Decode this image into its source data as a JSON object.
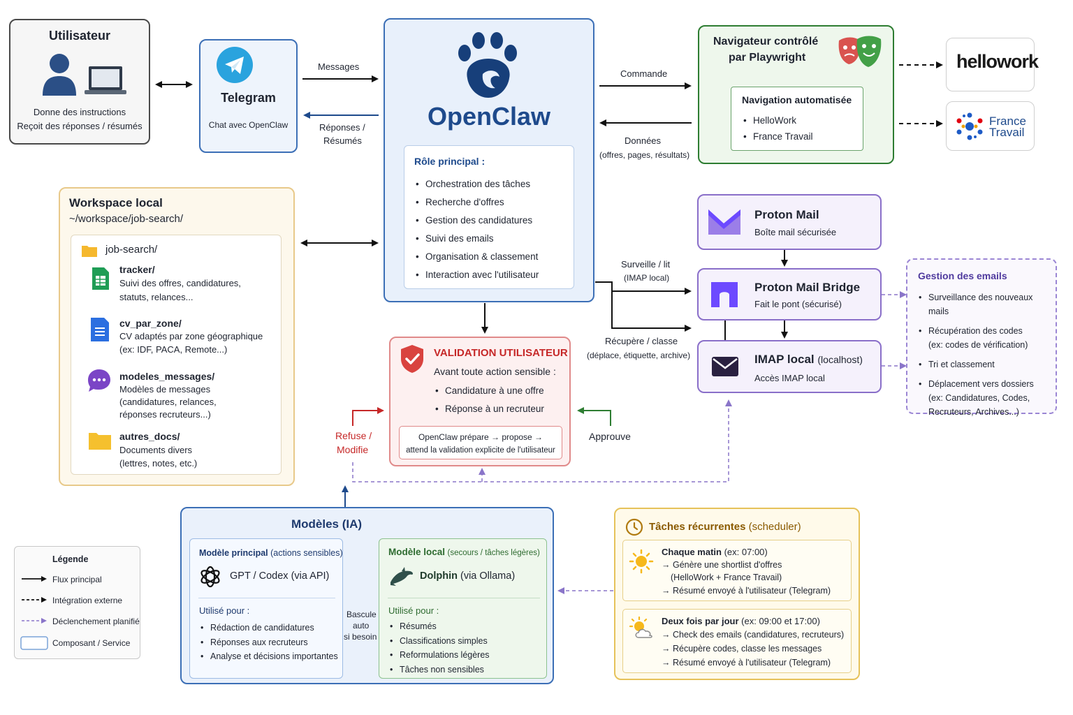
{
  "user": {
    "title": "Utilisateur",
    "line1": "Donne des instructions",
    "line2": "Reçoit des réponses / résumés"
  },
  "telegram": {
    "title": "Telegram",
    "subtitle": "Chat avec OpenClaw"
  },
  "arrows": {
    "messages": "Messages",
    "reponses1": "Réponses /",
    "reponses2": "Résumés",
    "commande": "Commande",
    "donnees1": "Données",
    "donnees2": "(offres, pages, résultats)",
    "surveille1": "Surveille / lit",
    "surveille2": "(IMAP local)",
    "recupere1": "Récupère / classe",
    "recupere2": "(déplace, étiquette, archive)",
    "refuse1": "Refuse /",
    "refuse2": "Modifie",
    "approuve": "Approuve",
    "bascule1": "Bascule",
    "bascule2": "auto",
    "bascule3": "si besoin"
  },
  "openclaw": {
    "title": "OpenClaw",
    "role_title": "Rôle principal :",
    "roles": [
      "Orchestration des tâches",
      "Recherche d'offres",
      "Gestion des candidatures",
      "Suivi des emails",
      "Organisation & classement",
      "Interaction avec l'utilisateur"
    ]
  },
  "browser": {
    "title1": "Navigateur contrôlé",
    "title2": "par Playwright",
    "nav_title": "Navigation automatisée",
    "nav_items": [
      "HelloWork",
      "France Travail"
    ]
  },
  "logos": {
    "hellowork": "hellowork",
    "france1": "France",
    "france2": "Travail"
  },
  "workspace": {
    "title": "Workspace local",
    "path": "~/workspace/job-search/",
    "root": "job-search/",
    "items": [
      {
        "name": "tracker/",
        "lines": [
          "Suivi des offres, candidatures,",
          "statuts, relances..."
        ]
      },
      {
        "name": "cv_par_zone/",
        "lines": [
          "CV adaptés par zone géographique",
          "(ex: IDF, PACA, Remote...)"
        ]
      },
      {
        "name": "modeles_messages/",
        "lines": [
          "Modèles de messages",
          "(candidatures, relances,",
          "réponses recruteurs...)"
        ]
      },
      {
        "name": "autres_docs/",
        "lines": [
          "Documents divers",
          "(lettres, notes, etc.)"
        ]
      }
    ]
  },
  "proton_mail": {
    "title": "Proton Mail",
    "subtitle": "Boîte mail sécurisée"
  },
  "proton_bridge": {
    "title": "Proton Mail Bridge",
    "subtitle": "Fait le pont (sécurisé)"
  },
  "imap": {
    "title": "IMAP local",
    "title_suffix": "(localhost)",
    "subtitle": "Accès IMAP local"
  },
  "email_mgmt": {
    "title": "Gestion des emails",
    "items": [
      [
        "Surveillance des nouveaux mails"
      ],
      [
        "Récupération des codes",
        "(ex: codes de vérification)"
      ],
      [
        "Tri et classement"
      ],
      [
        "Déplacement vers dossiers",
        "(ex: Candidatures, Codes,",
        "Recruteurs, Archives...)"
      ]
    ]
  },
  "validation": {
    "title": "VALIDATION UTILISATEUR",
    "intro": "Avant toute action sensible :",
    "items": [
      "Candidature à une offre",
      "Réponse à un recruteur"
    ],
    "note1": "OpenClaw prépare → propose →",
    "note2": "attend la validation explicite de l'utilisateur"
  },
  "models": {
    "title": "Modèles (IA)",
    "main": {
      "title": "Modèle principal",
      "title_suffix": "(actions sensibles)",
      "name": "GPT / Codex (via API)",
      "used_for": "Utilisé pour :",
      "items": [
        "Rédaction de candidatures",
        "Réponses aux recruteurs",
        "Analyse et décisions importantes"
      ]
    },
    "local": {
      "title": "Modèle local",
      "title_suffix": "(secours / tâches légères)",
      "name": "Dolphin",
      "name_suffix": "(via Ollama)",
      "used_for": "Utilisé pour :",
      "items": [
        "Résumés",
        "Classifications simples",
        "Reformulations légères",
        "Tâches non sensibles"
      ]
    }
  },
  "tasks": {
    "title": "Tâches récurrentes",
    "title_suffix": "(scheduler)",
    "morning": {
      "title": "Chaque matin",
      "title_suffix": "(ex: 07:00)",
      "lines": [
        "→ Génère une shortlist d'offres",
        "(HelloWork + France Travail)",
        "→ Résumé envoyé à l'utilisateur (Telegram)"
      ]
    },
    "twice": {
      "title": "Deux fois par jour",
      "title_suffix": "(ex: 09:00 et 17:00)",
      "lines": [
        "→ Check des emails (candidatures, recruteurs)",
        "→ Récupère codes, classe les messages",
        "→ Résumé envoyé à l'utilisateur (Telegram)"
      ]
    }
  },
  "legend": {
    "title": "Légende",
    "items": [
      "Flux principal",
      "Intégration externe",
      "Déclenchement planifié",
      "Composant / Service"
    ]
  },
  "colors": {
    "blue": "#1e4a8c",
    "green": "#2e7d32",
    "purple": "#6a4fb3",
    "red": "#c62828",
    "orange": "#e0a030"
  }
}
